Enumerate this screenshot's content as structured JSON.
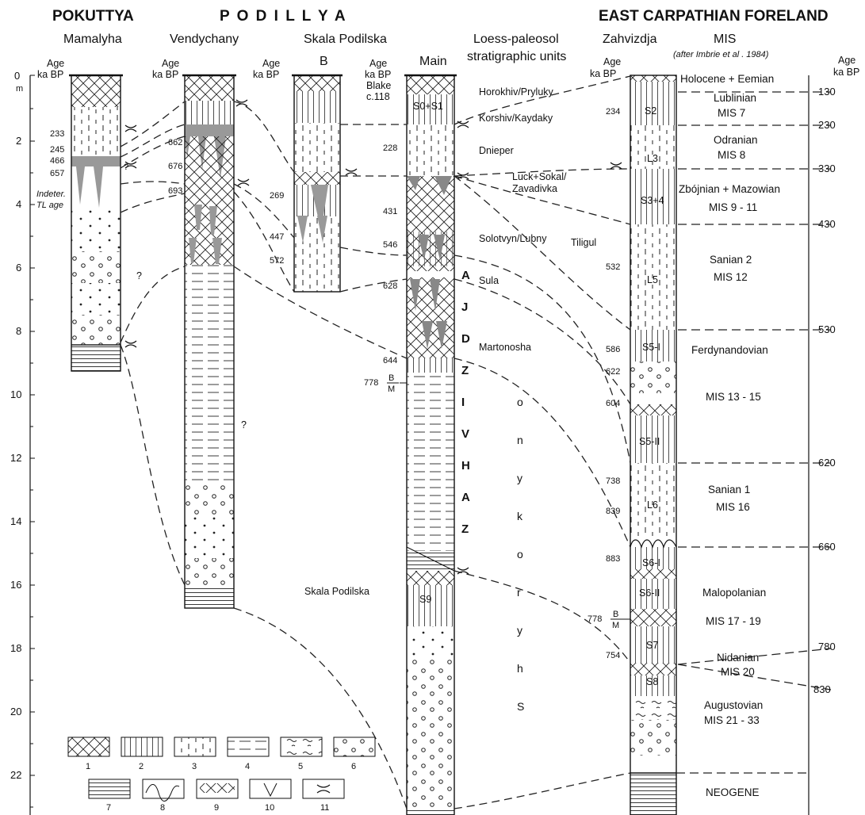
{
  "regions": {
    "pokuttya": "POKUTTYA",
    "podillya": "P O D I L L Y A",
    "east": "EAST CARPATHIAN FORELAND"
  },
  "sections": {
    "mamalyha": "Mamalyha",
    "vendychany": "Vendychany",
    "skala": "Skala Podilska",
    "skala_b": "B",
    "main": "Main",
    "loess": "Loess-paleosol",
    "stratigraphic": "stratigraphic units",
    "zahvizdja": "Zahvizdja",
    "mis": "MIS",
    "imbrie": "(after  Imbrie et al . 1984)"
  },
  "age_header": {
    "age": "Age",
    "ka_bp": "ka BP",
    "blake": "Blake",
    "blake_age": "c.118",
    "age_ka": "ka BP"
  },
  "depth_axis": {
    "unit": "m",
    "ticks": [
      "0",
      "2",
      "4",
      "6",
      "8",
      "10",
      "12",
      "14",
      "16",
      "18",
      "20",
      "22"
    ]
  },
  "mamalyha_ages": {
    "a1": "233",
    "a2": "245",
    "a3": "466",
    "a4": "657",
    "q": "?",
    "indeter": "Indeter.",
    "tl": "TL age"
  },
  "vendychany_ages": {
    "a1": "662",
    "a2": "676",
    "a3": "693"
  },
  "skala_b_ages": {
    "a1": "269",
    "a2": "447",
    "a3": "572"
  },
  "main_ages": {
    "a1": "228",
    "a2": "431",
    "a3": "546",
    "a4": "628",
    "a5": "644",
    "bm": "778",
    "b": "B",
    "m": "M"
  },
  "main_labels": {
    "s0s1": "S0+S1",
    "s9": "S9"
  },
  "zahvizdja_ages": {
    "a1": "234",
    "a2": "532",
    "a3": "586",
    "a4": "622",
    "a5": "604",
    "a6": "738",
    "a7": "839",
    "a8": "883",
    "a9": "754",
    "bm": "778",
    "b": "B",
    "m": "M"
  },
  "zahvizdja_labels": {
    "s2": "S2",
    "l3": "L3",
    "s34": "S3+4",
    "l5": "L5",
    "s5i": "S5-I",
    "s5ii": "S5-II",
    "l6": "L6",
    "s6i": "S6-I",
    "s6ii": "S6-II",
    "s7": "S7",
    "s8": "S8"
  },
  "units": {
    "u1": "Horokhiv/Pryluky",
    "u2": "Korshiv/Kaydaky",
    "u3": "Dnieper",
    "u4a": "Luck+Sokal/",
    "u4b": "Zavadivka",
    "u5": "Solotvyn/Lubny",
    "u6": "Tiligul",
    "u7": "Sula",
    "u8": "Martonosha",
    "u9": "Skala Podilska"
  },
  "zahvizdja_vertical": [
    "Z",
    "A",
    "H",
    "V",
    "I",
    "Z",
    "D",
    "J",
    "A"
  ],
  "shyrokyno_vertical": [
    "S",
    "h",
    "y",
    "r",
    "o",
    "k",
    "y",
    "n",
    "o"
  ],
  "mis_stages": {
    "holocene": "Holocene + Eemian",
    "lublinian": "Lublinian",
    "mis7": "MIS 7",
    "odranian": "Odranian",
    "mis8": "MIS 8",
    "zbojnian": "Zbójnian + Mazowian",
    "mis911": "MIS  9 - 11",
    "sanian2": "Sanian 2",
    "mis12": "MIS 12",
    "ferdy": "Ferdynandovian",
    "mis1315": "MIS 13 - 15",
    "sanian1": "Sanian 1",
    "mis16": "MIS 16",
    "malopolanian": "Malopolanian",
    "mis1719": "MIS 17 - 19",
    "nidanian": "Nidanian",
    "mis20": "MIS 20",
    "augustovian": "Augustovian",
    "mis2133": "MIS 21 - 33",
    "neogene": "NEOGENE"
  },
  "mis_ages": {
    "h1": "Age",
    "h2": "ka BP",
    "a130": "130",
    "a230": "230",
    "a330": "330",
    "a430": "430",
    "a530": "530",
    "a620": "620",
    "a660": "660",
    "a780": "780",
    "a830": "830"
  },
  "legend": {
    "k1": "1",
    "k2": "2",
    "k3": "3",
    "k4": "4",
    "k5": "5",
    "k6": "6",
    "k7": "7",
    "k8": "8",
    "k9": "9",
    "k10": "10",
    "k11": "11"
  },
  "question": "?"
}
